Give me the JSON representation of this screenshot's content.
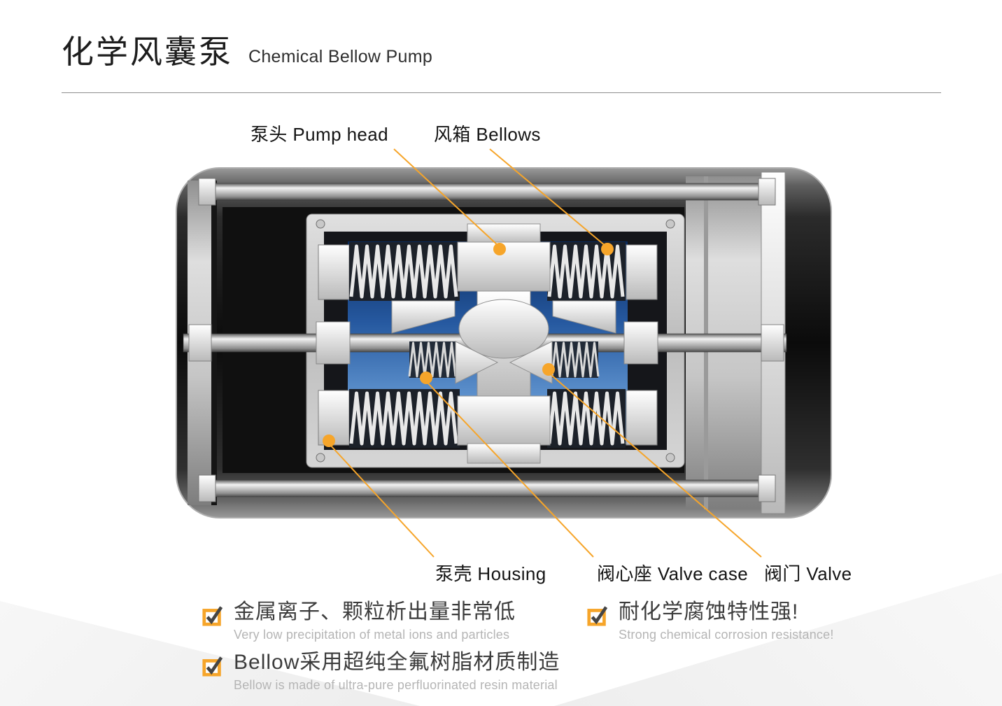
{
  "header": {
    "title_zh": "化学风囊泵",
    "title_en": "Chemical Bellow Pump"
  },
  "callouts": {
    "pump_head": "泵头 Pump head",
    "bellows": "风箱 Bellows",
    "housing": "泵壳 Housing",
    "valve_case": "阀心座 Valve case",
    "valve": "阀门 Valve"
  },
  "features": [
    {
      "zh": "金属离子、颗粒析出量非常低",
      "en": "Very low precipitation of metal ions and particles"
    },
    {
      "zh": "耐化学腐蚀特性强!",
      "en": "Strong chemical corrosion resistance!"
    },
    {
      "zh": "Bellow采用超纯全氟树脂材质制造",
      "en": "Bellow is made of ultra-pure perfluorinated resin material"
    }
  ],
  "icons": {
    "checkbox": "checkbox-checked-icon",
    "callout_dot": "callout-dot"
  },
  "colors": {
    "accent": "#F6A52A",
    "title_text": "#1d1d1d",
    "feature_text": "#3c3c3c",
    "feature_subtext": "#b5b5b5",
    "pump_blue": "#2659a0"
  }
}
